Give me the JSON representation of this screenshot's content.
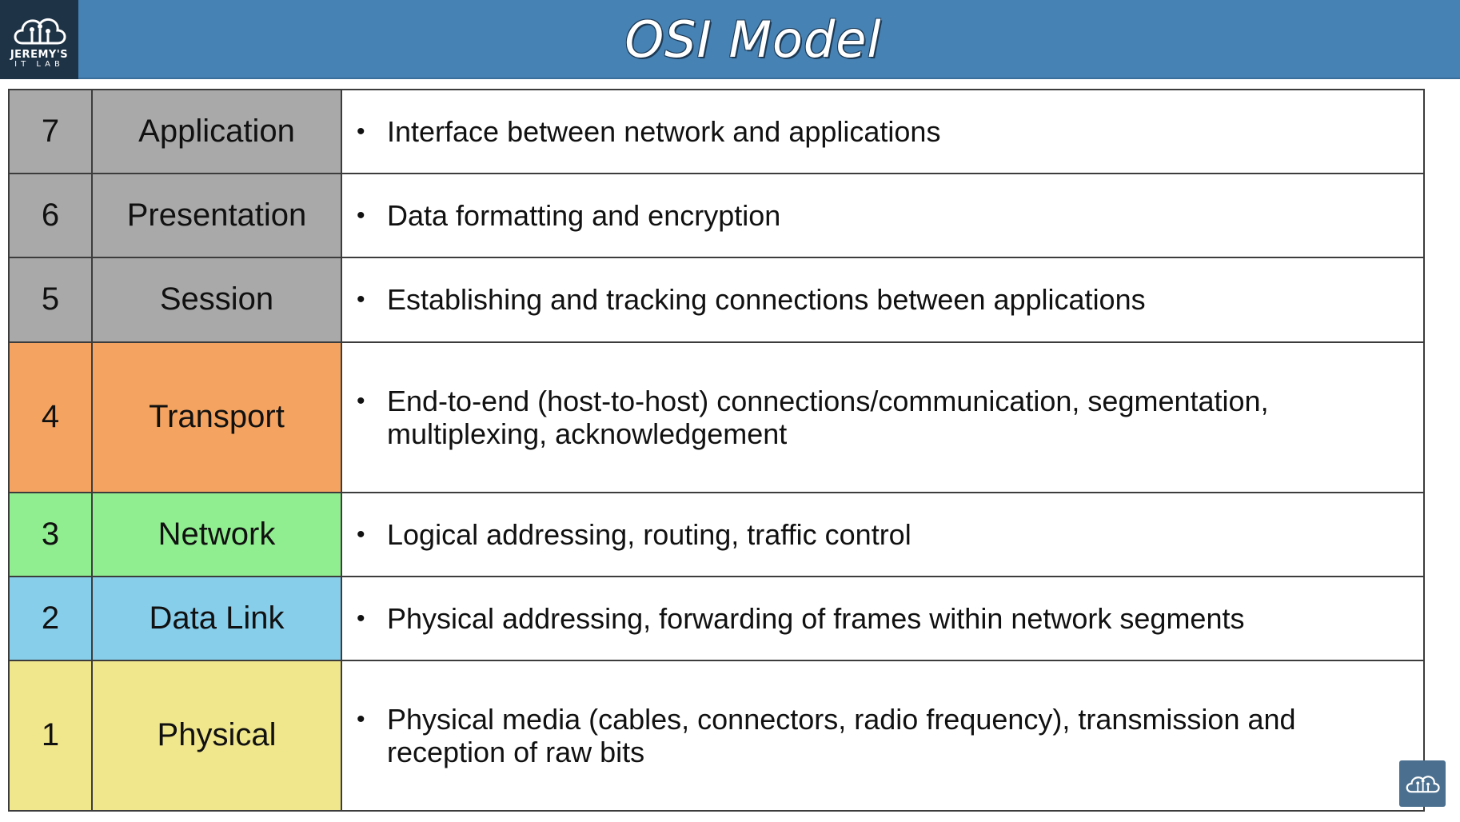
{
  "header": {
    "title": "OSI Model",
    "logo_text": "JEREMY'S",
    "logo_subtext": "IT LAB",
    "logo_icon": "cloud-circuit-icon",
    "background_color": "#4682b4"
  },
  "layers": [
    {
      "number": "7",
      "name": "Application",
      "color": "#a9a9a9",
      "description": [
        "Interface between network and applications"
      ]
    },
    {
      "number": "6",
      "name": "Presentation",
      "color": "#a9a9a9",
      "description": [
        "Data formatting and encryption"
      ]
    },
    {
      "number": "5",
      "name": "Session",
      "color": "#a9a9a9",
      "description": [
        "Establishing and tracking connections between applications"
      ]
    },
    {
      "number": "4",
      "name": "Transport",
      "color": "#f4a460",
      "description": [
        "End-to-end (host-to-host) connections/communication, segmentation,",
        "multiplexing, acknowledgement"
      ]
    },
    {
      "number": "3",
      "name": "Network",
      "color": "#90ee90",
      "description": [
        "Logical addressing, routing, traffic control"
      ]
    },
    {
      "number": "2",
      "name": "Data Link",
      "color": "#87ceeb",
      "description": [
        "Physical addressing, forwarding of frames within network segments"
      ]
    },
    {
      "number": "1",
      "name": "Physical",
      "color": "#f0e68c",
      "description": [
        "Physical media (cables, connectors, radio frequency), transmission and",
        "reception of raw bits"
      ]
    }
  ],
  "corner_logo": {
    "icon": "cloud-circuit-icon"
  }
}
